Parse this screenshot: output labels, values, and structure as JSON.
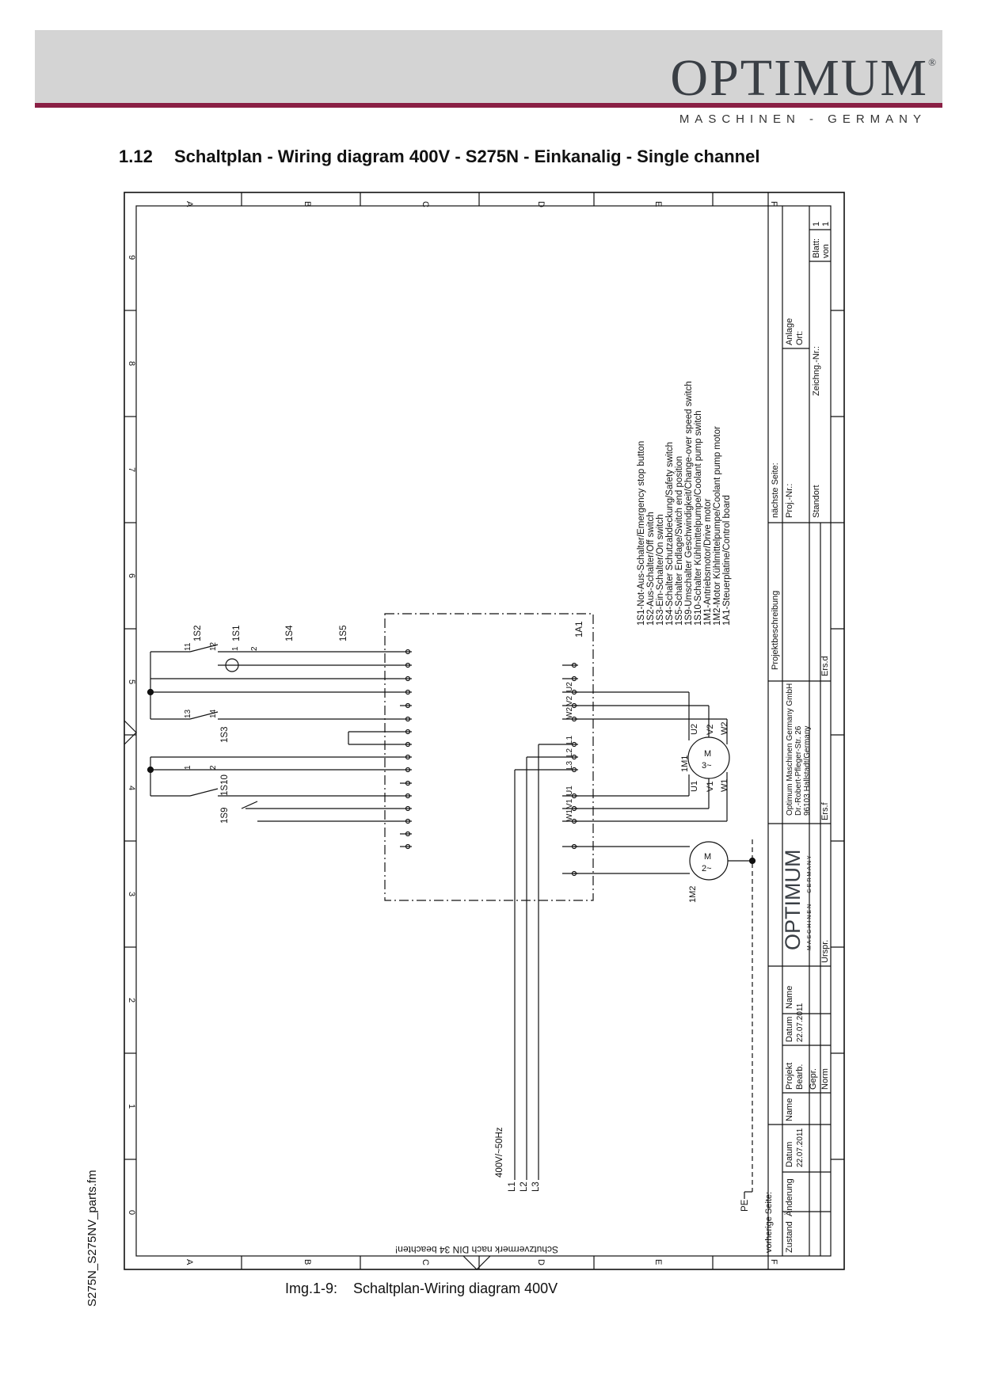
{
  "header": {
    "logo_text": "OPTIMUM",
    "logo_reg": "®",
    "logo_sub": "MASCHINEN - GERMANY"
  },
  "heading": {
    "number": "1.12",
    "text": "Schaltplan - Wiring diagram 400V - S275N - Einkanalig - Single channel"
  },
  "side_note": "S275N_S275NV_parts.fm",
  "caption": {
    "label": "Img.1-9:",
    "text": "Schaltplan-Wiring diagram 400V"
  },
  "frame": {
    "row_letters": [
      "A",
      "B",
      "C",
      "D",
      "E",
      "F"
    ],
    "col_numbers": [
      "0",
      "1",
      "2",
      "3",
      "4",
      "5",
      "6",
      "7",
      "8",
      "9"
    ],
    "din_note": "Schutzvermerk nach DIN 34 beachten!"
  },
  "legend": [
    "1S1-Not-Aus-Schalter/Emergency stop button",
    "1S2-Aus-Schalter/Off switch",
    "1S3-Ein-Schalter/On switch",
    "1S4-Schalter Schutzabdeckung/Safety switch",
    "1S5-Schalter Endlage/Switch end position",
    "1S9-Umschalter Geschwindigkeit/Change-over speed switch",
    "1S10-Schalter Kühlmittelpumpe/Coolant pump switch",
    "1M1-Antriebsmotor/Drive motor",
    "1M2-Motor Kühlmittelpumpe/Coolant pump motor",
    "1A1-Steuerplatine/Control board"
  ],
  "components": {
    "1S1": "1S1",
    "1S2": "1S2",
    "1S3": "1S3",
    "1S4": "1S4",
    "1S5": "1S5",
    "1S9": "1S9",
    "1S10": "1S10",
    "1A1": "1A1",
    "1M1": "1M1",
    "1M2": "1M2",
    "supply": "400V/~50Hz",
    "L1": "L1",
    "L2": "L2",
    "L3": "L3",
    "PE": "PE",
    "m1": "M",
    "m1_type": "3~",
    "m2": "M",
    "m2_type": "2~",
    "U1": "U1",
    "V1": "V1",
    "W1": "W1",
    "U2": "U2",
    "V2": "V2",
    "W2": "W2",
    "t_U2": "U2",
    "t_V2": "V2",
    "t_W2": "W2",
    "t_U1": "U1",
    "t_V1": "V1",
    "t_W1": "W1",
    "t_L1": "L1",
    "t_L2": "L2",
    "t_L3": "L3",
    "c11": "11",
    "c12": "12",
    "c13": "13",
    "c14": "14",
    "c1": "1",
    "c2": "2",
    "c1b": "1",
    "c2b": "2"
  },
  "title_block": {
    "prev_page": "vorherige Seite:",
    "next_page": "nächste Seite:",
    "zustand": "Zustand",
    "aenderung": "Änderung",
    "datum": "Datum",
    "name": "Name",
    "datum_val": "22.07.2011",
    "projekt": "Projekt",
    "datum2": "Datum",
    "name2": "Name",
    "bearb": "Bearb.",
    "bearb_date": "22.07.2011",
    "gepr": "Gepr.",
    "norm": "Norm",
    "logo": "OPTIMUM",
    "logo_sub": "MASCHINEN - GERMANY",
    "urspr": "Urspr.",
    "company1": "Optimum Maschinen Germany GmbH",
    "company2": "Dr.-Robert-Pfleger-Str. 26",
    "company3": "96103 Hallstadt/Germany",
    "ers_f": "Ers.f",
    "ers_d": "Ers.d",
    "projektbeschreibung": "Projektbeschreibung",
    "proj_nr": "Proj.-Nr.:",
    "standort": "Standort",
    "anlage": "Anlage",
    "ort": "Ort:",
    "zeichng_nr": "Zeichng.-Nr.:",
    "blatt": "Blatt:",
    "blatt_val": "1",
    "von": "von",
    "von_val": "1"
  }
}
